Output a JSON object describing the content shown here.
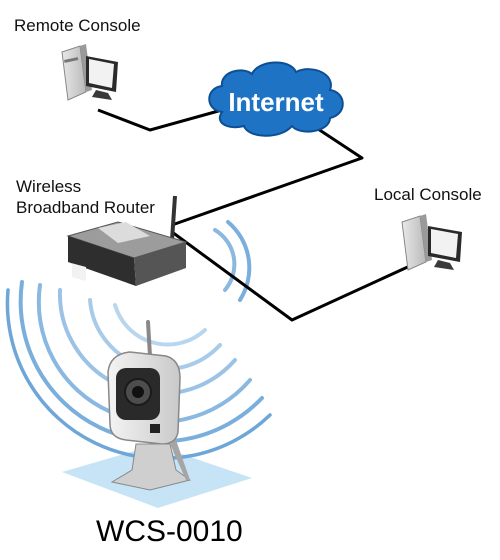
{
  "labels": {
    "remote_console": "Remote Console",
    "router_line1": "Wireless",
    "router_line2": "Broadband Router",
    "local_console": "Local Console",
    "internet": "Internet",
    "camera_model": "WCS-0010"
  },
  "colors": {
    "cloud": "#1f73c4",
    "cloud_dark": "#0d4f93",
    "waves": "#7fb0db",
    "floor": "#c7e4f6",
    "line": "#000000"
  }
}
